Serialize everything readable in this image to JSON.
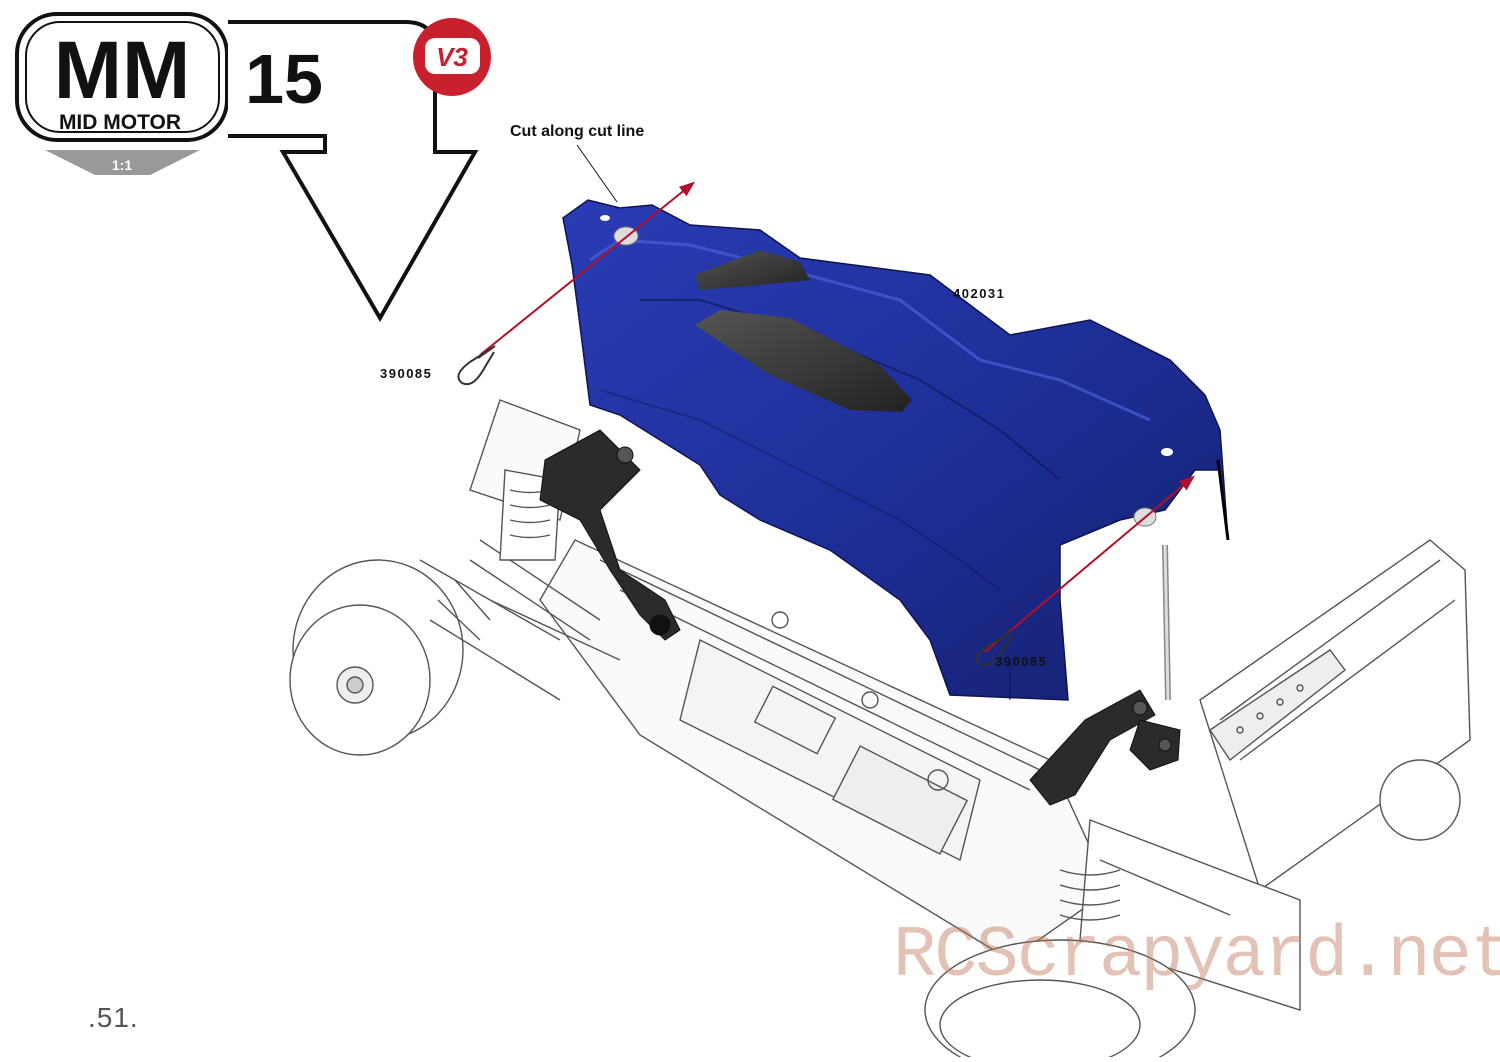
{
  "header": {
    "logo_main": "MM",
    "logo_sub": "MID MOTOR",
    "scale": "1:1",
    "step_number": "15",
    "version_badge": "V3"
  },
  "callouts": {
    "cut_instruction": "Cut along cut line",
    "body_part_number": "402031",
    "clip_part_number_left": "390085",
    "clip_part_number_right": "390085"
  },
  "colors": {
    "body_blue": "#1f2f9a",
    "badge_red": "#c8202c",
    "arrow_red": "#b0102a",
    "chassis_line": "#555555"
  },
  "footer": {
    "page_number": ".51.",
    "watermark": "RCScrapyard.net"
  }
}
